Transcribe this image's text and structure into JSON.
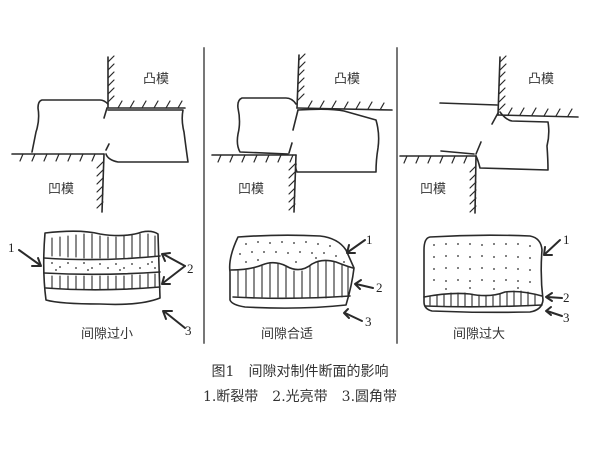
{
  "figure": {
    "title": "图1　间隙对制件断面的影响",
    "legend": "1.断裂带　2.光亮带　3.圆角带",
    "legend_items": [
      {
        "number": "1",
        "label": "断裂带"
      },
      {
        "number": "2",
        "label": "光亮带"
      },
      {
        "number": "3",
        "label": "圆角带"
      }
    ]
  },
  "panels": [
    {
      "caption": "间隙过小",
      "punch_label": "凸模",
      "die_label": "凹模",
      "section_bands": [
        "rounded",
        "burnish",
        "fracture",
        "burnish"
      ],
      "callouts": [
        "1",
        "2",
        "3"
      ]
    },
    {
      "caption": "间隙合适",
      "punch_label": "凸模",
      "die_label": "凹模",
      "section_bands": [
        "fracture",
        "burnish",
        "rounded"
      ],
      "callouts": [
        "1",
        "2",
        "3"
      ]
    },
    {
      "caption": "间隙过大",
      "punch_label": "凸模",
      "die_label": "凹模",
      "section_bands": [
        "fracture",
        "burnish",
        "rounded"
      ],
      "callouts": [
        "1",
        "2",
        "3"
      ]
    }
  ],
  "colors": {
    "line": "#2a2a2a",
    "divider": "#777777",
    "text": "#333333"
  }
}
